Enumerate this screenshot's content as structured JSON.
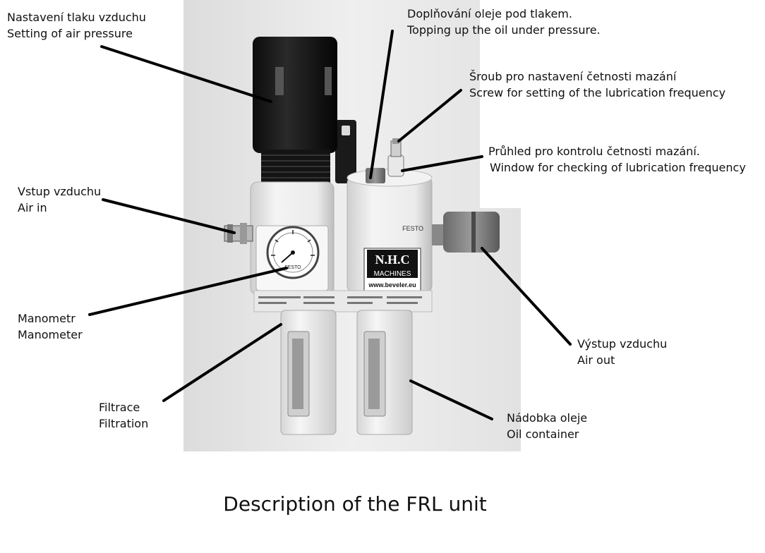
{
  "caption": "Description of the FRL unit",
  "labels": {
    "pressure_setting": {
      "cz": "Nastavení tlaku vzduchu",
      "en": "Setting of air pressure"
    },
    "oil_topup": {
      "cz": "Doplňování oleje pod tlakem.",
      "en": "Topping up the oil under pressure."
    },
    "lube_screw": {
      "cz": "Šroub pro nastavení četnosti mazání",
      "en": "Screw for setting of the lubrication frequency"
    },
    "lube_window": {
      "cz": "Průhled pro kontrolu četnosti mazání.",
      "en": "Window for checking of lubrication frequency"
    },
    "air_in": {
      "cz": "Vstup vzduchu",
      "en": "Air in"
    },
    "manometer": {
      "cz": "Manometr",
      "en": "Manometer"
    },
    "air_out": {
      "cz": "Výstup vzduchu",
      "en": "Air out"
    },
    "filtration": {
      "cz": "Filtrace",
      "en": "Filtration"
    },
    "oil_container": {
      "cz": "Nádobka oleje",
      "en": "Oil container"
    }
  },
  "photo_text": {
    "brand": "FESTO",
    "logo_top": "N.H.C",
    "logo_bottom": "MACHINES",
    "website": "www.beveler.eu",
    "gauge_brand": "FESTO"
  }
}
